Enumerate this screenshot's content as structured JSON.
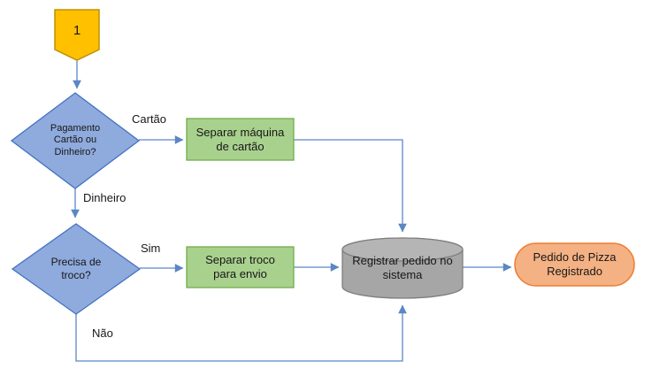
{
  "diagram": {
    "background": "#FFFFFF",
    "connector_color": "#5B87C5",
    "text_color": "#171717"
  },
  "labels": {
    "cartao": "Cartão",
    "dinheiro": "Dinheiro",
    "sim": "Sim",
    "nao": "Não"
  },
  "nodes": {
    "start": {
      "type": "off-page-connector",
      "label": "1",
      "fill": "#FFC000",
      "border": "#BF9000"
    },
    "decision_payment": {
      "type": "decision",
      "label": "Pagamento Cartão ou Dinheiro?",
      "lines": [
        "Pagamento",
        "Cartão ou",
        "Dinheiro?"
      ],
      "fill": "#8FAADC",
      "border": "#4472C4"
    },
    "process_card": {
      "type": "process",
      "label": "Separar máquina de cartão",
      "lines": [
        "Separar máquina",
        "de cartão"
      ],
      "fill": "#A9D18E",
      "border": "#70AD47"
    },
    "decision_change": {
      "type": "decision",
      "label": "Precisa de troco?",
      "lines": [
        "Precisa de",
        "troco?"
      ],
      "fill": "#8FAADC",
      "border": "#4472C4"
    },
    "process_change": {
      "type": "process",
      "label": "Separar troco para envio",
      "lines": [
        "Separar troco",
        "para envio"
      ],
      "fill": "#A9D18E",
      "border": "#70AD47"
    },
    "database_register": {
      "type": "database",
      "label": "Registrar pedido no sistema",
      "lines": [
        "Registrar pedido no",
        "sistema"
      ],
      "fill": "#A6A6A6",
      "border": "#7F7F7F"
    },
    "terminator_registered": {
      "type": "terminator",
      "label": "Pedido de Pizza Registrado",
      "lines": [
        "Pedido de Pizza",
        "Registrado"
      ],
      "fill": "#F4B183",
      "border": "#ED7D31"
    }
  }
}
